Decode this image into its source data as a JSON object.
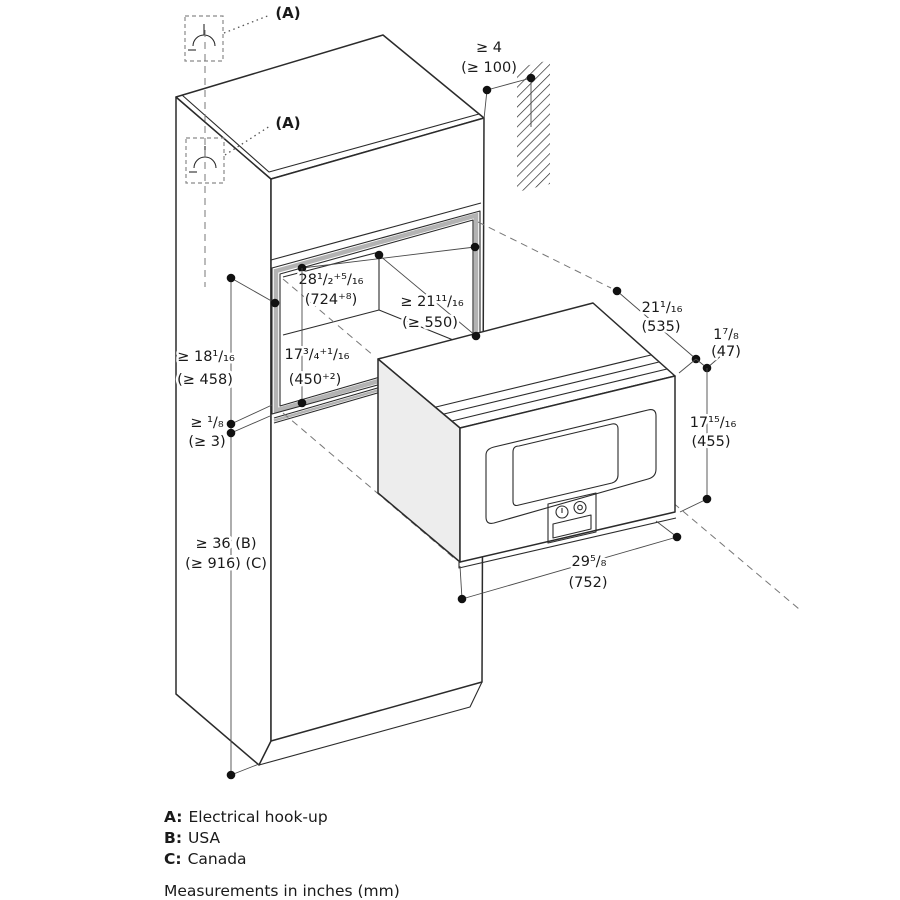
{
  "diagram": {
    "callouts": {
      "a": "(A)"
    },
    "dims": {
      "wall_clearance": [
        "≥ 4",
        "(≥ 100)"
      ],
      "niche_width": [
        "28¹/₂⁺⁵/₁₆",
        "(724⁺⁸)"
      ],
      "niche_depth": [
        "≥ 21¹¹/₁₆",
        "(≥ 550)"
      ],
      "niche_height": [
        "17³/₄⁺¹/₁₆",
        "(450⁺²)"
      ],
      "clearance_left": [
        "≥ 18¹/₁₆",
        "(≥ 458)"
      ],
      "bottom_gap": [
        "≥ ¹/₈",
        "(≥ 3)"
      ],
      "floor_height": [
        "≥ 36 (B)",
        "(≥ 916) (C)"
      ],
      "oven_depth": [
        "21¹/₁₆",
        "(535)"
      ],
      "door_front": [
        "1⁷/₈",
        "(47)"
      ],
      "oven_height": [
        "17¹⁵/₁₆",
        "(455)"
      ],
      "oven_width": [
        "29⁵/₈",
        "(752)"
      ]
    },
    "legend": [
      {
        "key": "A:",
        "text": "Electrical hook-up"
      },
      {
        "key": "B:",
        "text": "USA"
      },
      {
        "key": "C:",
        "text": "Canada"
      }
    ],
    "note": "Measurements in inches (mm)",
    "colors": {
      "line": "#2b2b2b",
      "dim_line": "#4a4a4a",
      "frame_band": "#b3b3b3",
      "side_fill": "#ededed",
      "background": "#ffffff"
    }
  }
}
